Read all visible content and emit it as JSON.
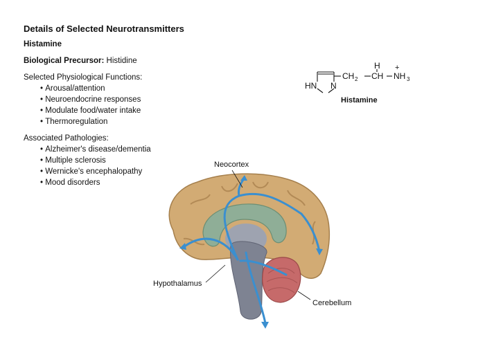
{
  "header": {
    "title": "Details of Selected Neurotransmitters",
    "subtitle": "Histamine"
  },
  "precursor": {
    "label": "Biological Precursor:",
    "value": "Histidine"
  },
  "functions": {
    "heading": "Selected Physiological Functions:",
    "items": [
      "Arousal/attention",
      "Neuroendocrine responses",
      "Modulate food/water intake",
      "Thermoregulation"
    ]
  },
  "pathologies": {
    "heading": "Associated Pathologies:",
    "items": [
      "Alzheimer's disease/dementia",
      "Multiple sclerosis",
      "Wernicke's encephalopathy",
      "Mood disorders"
    ]
  },
  "structure": {
    "name": "Histamine",
    "ring_hn": "HN",
    "ring_n": "N",
    "ch2": "CH",
    "ch2_sub": "2",
    "ch": "CH",
    "h": "H",
    "nh3": "NH",
    "nh3_sub": "3",
    "charge": "+"
  },
  "figure": {
    "labels": {
      "neocortex": "Neocortex",
      "hypothalamus": "Hypothalamus",
      "cerebellum": "Cerebellum"
    },
    "colors": {
      "cortex": "#d2ab74",
      "corpus_callosum": "#8fae97",
      "brainstem": "#7e8392",
      "cerebellum": "#c66a6a",
      "pathway": "#3a8fd0"
    }
  }
}
